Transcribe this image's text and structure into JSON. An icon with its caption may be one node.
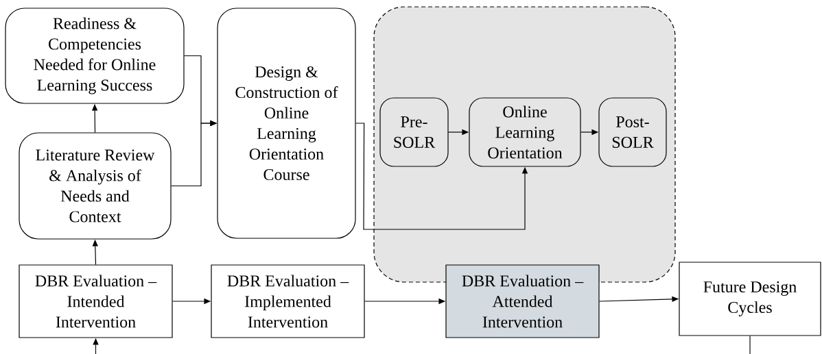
{
  "diagram": {
    "nodes": [
      {
        "text": [
          "Readiness & Competencies Needed for Online Learning Success"
        ]
      },
      {
        "text": [
          "Design & Construction of Online Learning Orientation Course"
        ]
      },
      {
        "text": [],
        "shape": "box"
      },
      {
        "text": [
          "Pre-SOLR"
        ],
        "in": 2
      },
      {
        "text": [
          "Online Learning Orientation"
        ],
        "in": 2
      },
      {
        "text": [
          "Post-SOLR"
        ],
        "in": 2
      },
      {
        "text": [
          "Literature Review & Analysis of Needs and Context"
        ]
      },
      {
        "text": [
          "DBR Evaluation – Intended Intervention"
        ]
      },
      {
        "text": [
          "DBR Evaluation – Implemented Intervention"
        ]
      },
      {
        "text": [
          "DBR Evaluation – Attended Intervention"
        ]
      },
      {
        "text": [
          "Future Design Cycles"
        ]
      }
    ],
    "edges": [
      {
        "from": null,
        "to": 7,
        "arrow": "to"
      },
      {
        "from": 7,
        "to": 6,
        "arrow": "to"
      },
      {
        "from": 6,
        "to": 0,
        "arrow": "to"
      },
      {
        "from": 0,
        "to": 1,
        "arrow": "to"
      },
      {
        "from": 6,
        "to": 1,
        "arrow": "to"
      },
      {
        "from": 1,
        "to": 4,
        "arrow": "to"
      },
      {
        "from": 3,
        "to": 4,
        "arrow": "to"
      },
      {
        "from": 4,
        "to": 5,
        "arrow": "to"
      },
      {
        "from": 7,
        "to": 8,
        "arrow": "to"
      },
      {
        "from": 8,
        "to": 9,
        "arrow": "to"
      },
      {
        "from": 9,
        "to": 10,
        "arrow": "to"
      },
      {
        "from": 10,
        "to": null,
        "arrow": "none"
      }
    ]
  }
}
